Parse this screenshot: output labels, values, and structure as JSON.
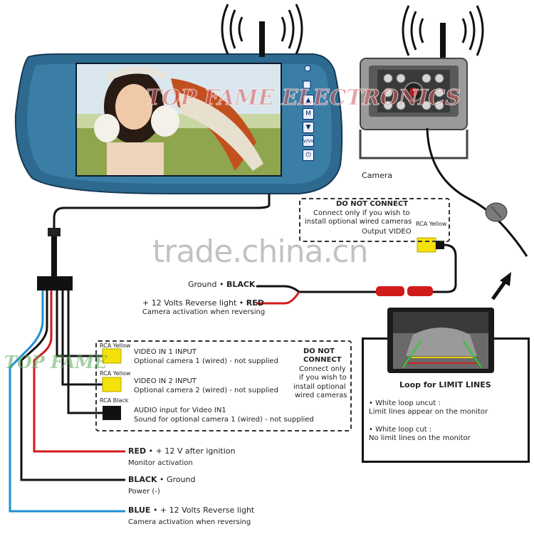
{
  "colors": {
    "red_wire": "#d21a1a",
    "black_wire": "#111111",
    "blue_wire": "#1e8fd6",
    "rca_yellow": "#f5e10a",
    "mirror_body": "#2e6a8f"
  },
  "watermarks": {
    "site": "trade.china.cn",
    "brand": "TOP FAME ELECTRONICS",
    "brand_small": "TOP FAME"
  },
  "camera": {
    "label": "Camera"
  },
  "mirror_buttons": [
    "▲",
    "M",
    "▼",
    "v/vs",
    "⏻"
  ],
  "top_box": {
    "title": "DO NOT CONNECT",
    "line1": "Connect only if you wish to",
    "line2": "install optional wired cameras",
    "line3": "Output VIDEO",
    "rca_label": "RCA Yellow"
  },
  "ground": {
    "prefix": "Ground • ",
    "color": "BLACK"
  },
  "reverse": {
    "prefix": "+ 12 Volts Reverse light • ",
    "color": "RED",
    "sub": "Camera activation when reversing"
  },
  "inputs": {
    "v1_rca": "RCA Yellow",
    "v1_title": "VIDEO IN 1 INPUT",
    "v1_sub": "Optional camera 1 (wired) - not supplied",
    "v2_rca": "RCA Yellow",
    "v2_title": "VIDEO IN 2 INPUT",
    "v2_sub": "Optional camera 2 (wired) - not supplied",
    "a_rca": "RCA Black",
    "a_title": "AUDIO input for Video IN1",
    "a_sub": "Sound for optional camera 1 (wired) - not supplied",
    "dnc1": "DO NOT",
    "dnc2": "CONNECT",
    "dnc3": "Connect only",
    "dnc4": "if you wish to",
    "dnc5": "install optional",
    "dnc6": "wired cameras"
  },
  "loop": {
    "title": "Loop for LIMIT LINES",
    "uncut_title": "• White loop uncut :",
    "uncut_text": "Limit lines appear on the monitor",
    "cut_title": "• White loop cut :",
    "cut_text": "No limit lines on the monitor"
  },
  "red_wire": {
    "color": "RED",
    "rest": " • + 12 V after ignition",
    "sub": "Monitor activation"
  },
  "black_wire": {
    "color": "BLACK",
    "rest": " • Ground",
    "sub": "Power (-)"
  },
  "blue_wire": {
    "color": "BLUE",
    "rest": " • + 12 Volts Reverse light",
    "sub": "Camera activation when reversing"
  }
}
